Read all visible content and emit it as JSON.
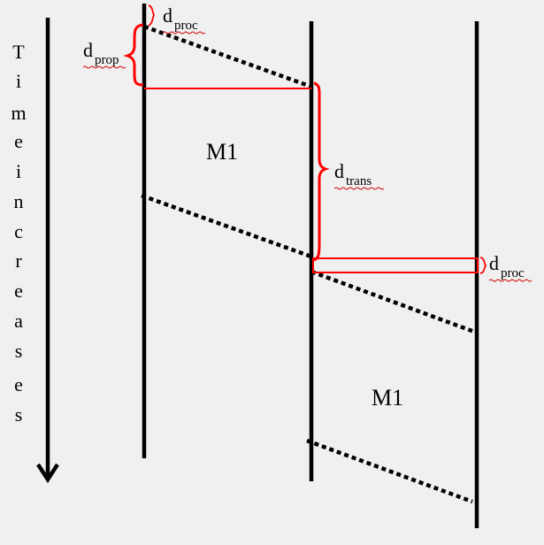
{
  "time_axis": {
    "label": "Time increases",
    "letters": [
      "T",
      "i",
      "m",
      "e",
      "i",
      "n",
      "c",
      "r",
      "e",
      "a",
      "s",
      "e",
      "s"
    ]
  },
  "messages": {
    "first": "M1",
    "second": "M1"
  },
  "delays": {
    "proc_top": {
      "main": "d",
      "sub": "proc"
    },
    "prop": {
      "main": "d",
      "sub": "prop"
    },
    "trans": {
      "main": "d",
      "sub": "trans"
    },
    "proc_right": {
      "main": "d",
      "sub": "proc"
    }
  },
  "colors": {
    "line": "#000000",
    "annotation": "#ff0000",
    "background": "#f0f0f0"
  }
}
